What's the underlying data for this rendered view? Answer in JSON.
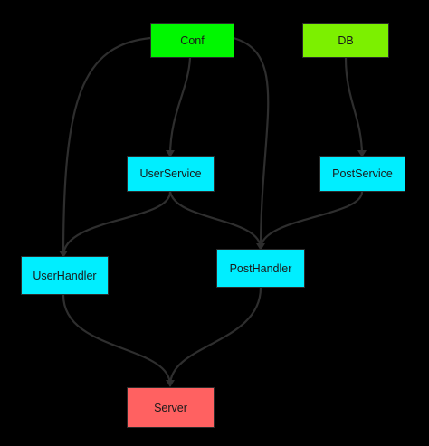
{
  "colors": {
    "conf": "#00f700",
    "db": "#7cf000",
    "service": "#00eeff",
    "handler": "#00eeff",
    "server": "#ff6161",
    "edge": "#2e2e2e",
    "background": "#000000"
  },
  "nodes": {
    "conf": "Conf",
    "db": "DB",
    "user_service": "UserService",
    "post_service": "PostService",
    "user_handler": "UserHandler",
    "post_handler": "PostHandler",
    "server": "Server"
  },
  "edges": [
    {
      "from": "Conf",
      "to": "UserService"
    },
    {
      "from": "Conf",
      "to": "UserHandler"
    },
    {
      "from": "Conf",
      "to": "PostHandler"
    },
    {
      "from": "DB",
      "to": "PostService"
    },
    {
      "from": "UserService",
      "to": "UserHandler"
    },
    {
      "from": "UserService",
      "to": "PostHandler"
    },
    {
      "from": "PostService",
      "to": "PostHandler"
    },
    {
      "from": "UserHandler",
      "to": "Server"
    },
    {
      "from": "PostHandler",
      "to": "Server"
    }
  ]
}
